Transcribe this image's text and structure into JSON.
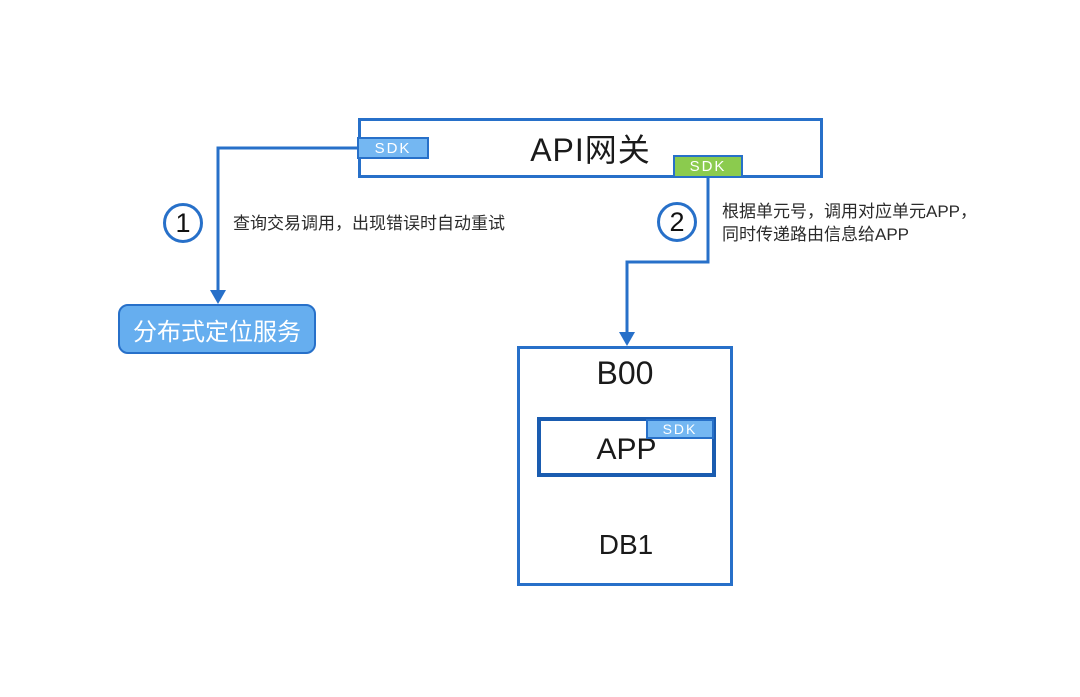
{
  "api_gateway": {
    "title": "API网关",
    "sdk_left_label": "SDK",
    "sdk_right_label": "SDK"
  },
  "steps": [
    {
      "number": "1",
      "lines": [
        "查询交易调用，出现错误时自动重试"
      ]
    },
    {
      "number": "2",
      "lines": [
        "根据单元号，调用对应单元APP，",
        "同时传递路由信息给APP"
      ]
    }
  ],
  "location_service": {
    "label": "分布式定位服务"
  },
  "unit": {
    "title": "B00",
    "app_label": "APP",
    "app_sdk_label": "SDK",
    "db_label": "DB1"
  },
  "colors": {
    "line_blue": "#2770C9",
    "dark_blue": "#1A5CB0",
    "light_blue_fill": "#74B7F2",
    "service_fill": "#66AEEF",
    "green_fill": "#8BCB4E",
    "text_black": "#1A1A1A"
  }
}
